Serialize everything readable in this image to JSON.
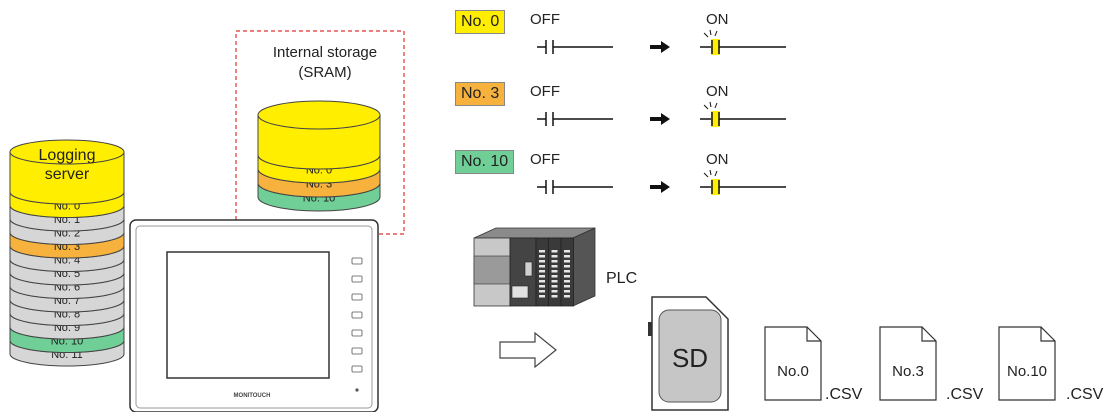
{
  "logging_server": {
    "title_line1": "Logging",
    "title_line2": "server",
    "disks": [
      {
        "label": "No. 0",
        "color": "#ffee00"
      },
      {
        "label": "No. 1",
        "color": "#d6d6d6"
      },
      {
        "label": "No. 2",
        "color": "#d6d6d6"
      },
      {
        "label": "No. 3",
        "color": "#f6b23d"
      },
      {
        "label": "No. 4",
        "color": "#d6d6d6"
      },
      {
        "label": "No. 5",
        "color": "#d6d6d6"
      },
      {
        "label": "No. 6",
        "color": "#d6d6d6"
      },
      {
        "label": "No. 7",
        "color": "#d6d6d6"
      },
      {
        "label": "No. 8",
        "color": "#d6d6d6"
      },
      {
        "label": "No. 9",
        "color": "#d6d6d6"
      },
      {
        "label": "No. 10",
        "color": "#6fcf97"
      },
      {
        "label": "No. 11",
        "color": "#d6d6d6"
      }
    ]
  },
  "internal_storage": {
    "title_line1": "Internal storage",
    "title_line2": "(SRAM)",
    "disks": [
      {
        "label": "No. 0",
        "color": "#ffee00"
      },
      {
        "label": "No. 3",
        "color": "#f6b23d"
      },
      {
        "label": "No. 10",
        "color": "#6fcf97"
      }
    ]
  },
  "hmi": {
    "brand": "MONITOUCH"
  },
  "triggers": [
    {
      "tag": "No. 0",
      "tag_color": "#ffee00",
      "off": "OFF",
      "on": "ON"
    },
    {
      "tag": "No. 3",
      "tag_color": "#f6b23d",
      "off": "OFF",
      "on": "ON"
    },
    {
      "tag": "No. 10",
      "tag_color": "#6fcf97",
      "off": "OFF",
      "on": "ON"
    }
  ],
  "plc": {
    "label": "PLC"
  },
  "sd_card": {
    "label": "SD"
  },
  "files": [
    {
      "name": "No.0",
      "ext": ".CSV"
    },
    {
      "name": "No.3",
      "ext": ".CSV"
    },
    {
      "name": "No.10",
      "ext": ".CSV"
    }
  ],
  "colors": {
    "dash_border": "#e03030",
    "stroke": "#444444"
  }
}
